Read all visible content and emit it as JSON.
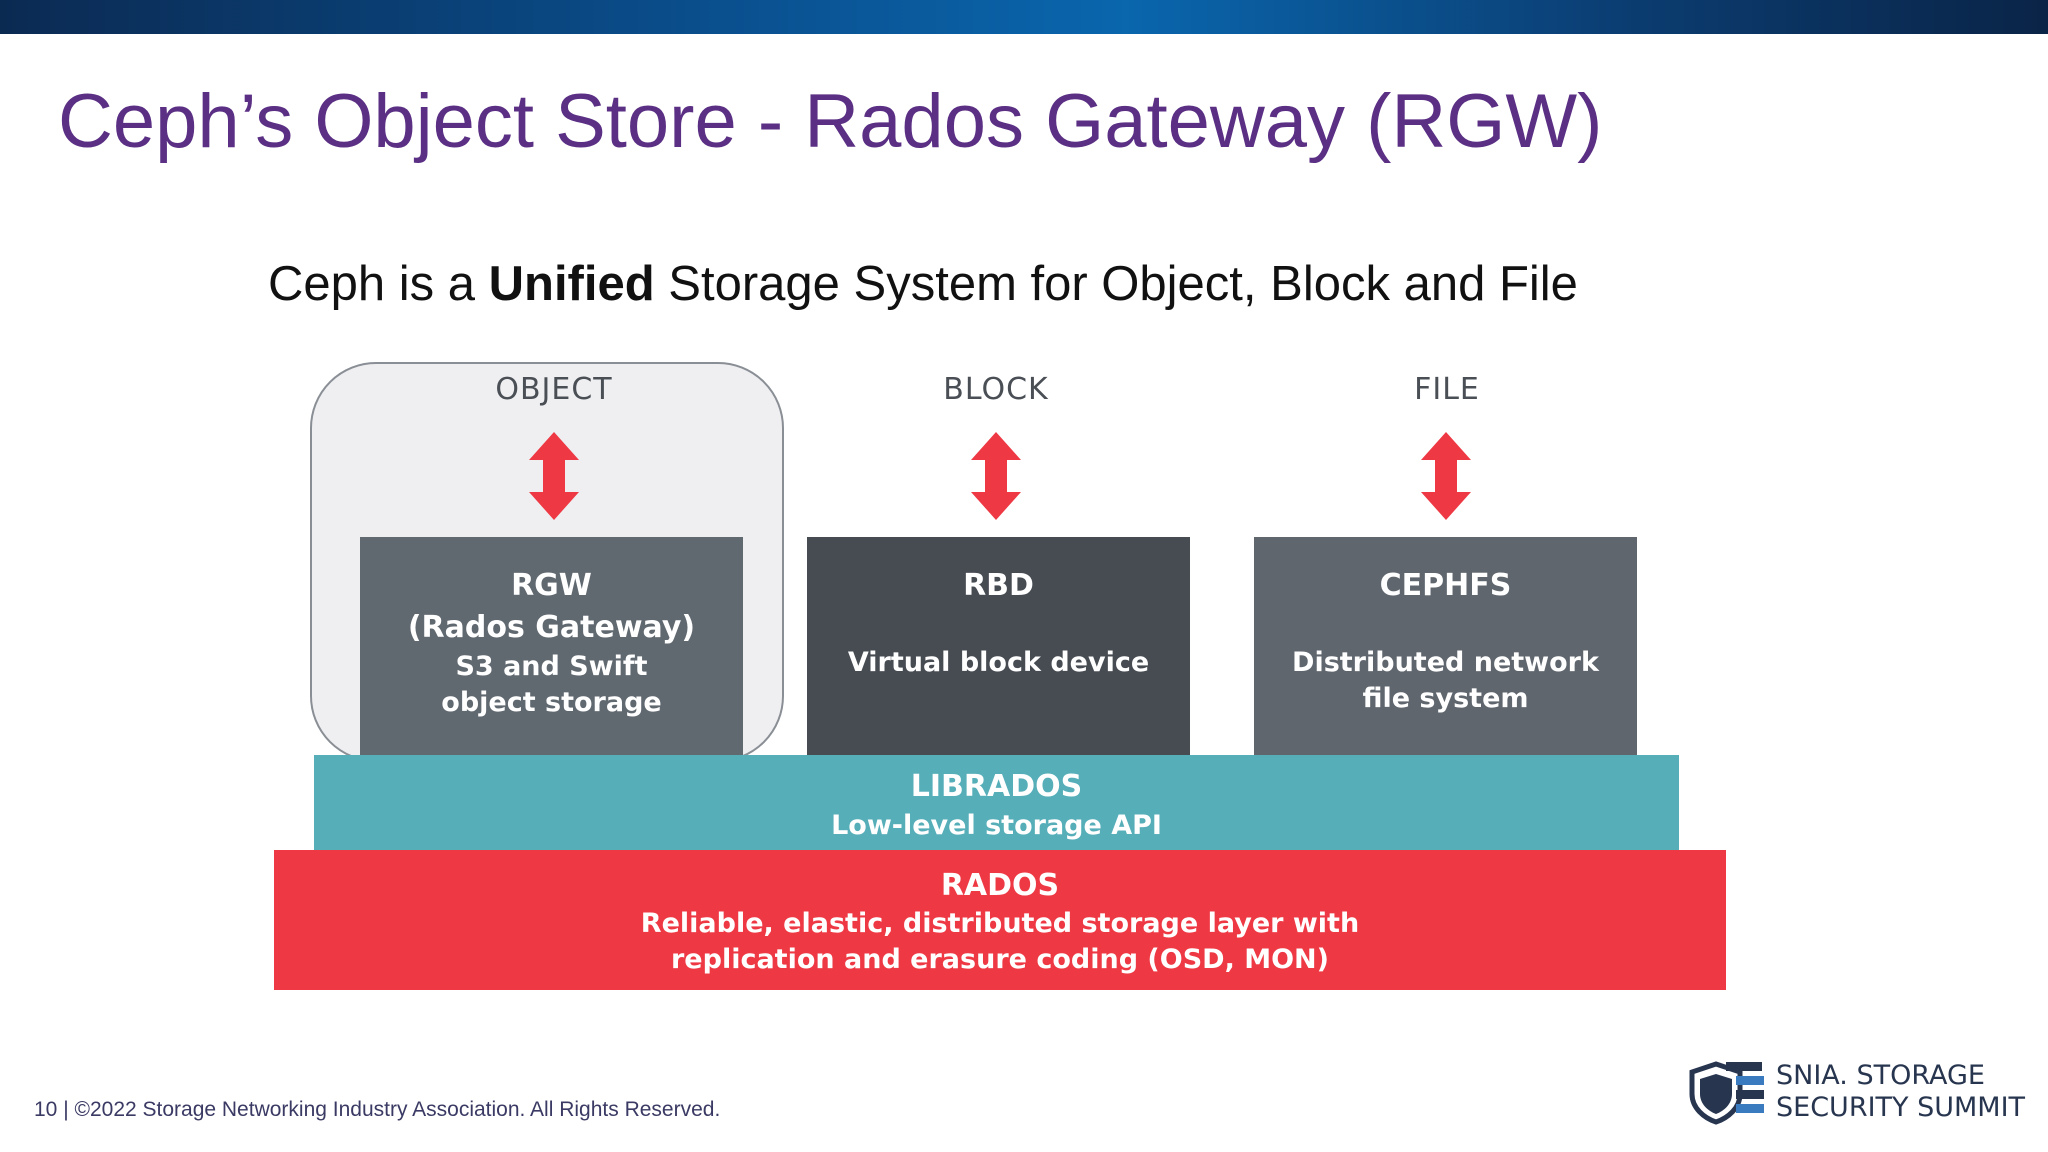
{
  "slide": {
    "title": "Ceph’s Object Store - Rados Gateway (RGW)",
    "subtitle_pre": "Ceph is a ",
    "subtitle_bold": "Unified",
    "subtitle_post": " Storage System for Object, Block and File",
    "footer": "10 | ©2022 Storage Networking Industry Association. All Rights Reserved."
  },
  "diagram": {
    "columns": [
      {
        "label": "OBJECT",
        "title": "RGW",
        "subtitle": "(Rados Gateway)",
        "desc_line1": "S3 and Swift",
        "desc_line2": "object storage"
      },
      {
        "label": "BLOCK",
        "title": "RBD",
        "desc_line1": "Virtual block device"
      },
      {
        "label": "FILE",
        "title": "CEPHFS",
        "desc_line1": "Distributed network",
        "desc_line2": "file system"
      }
    ],
    "librados": {
      "title": "LIBRADOS",
      "desc": "Low-level storage API"
    },
    "rados": {
      "title": "RADOS",
      "desc_line1": "Reliable, elastic, distributed storage layer with",
      "desc_line2": "replication and erasure coding (OSD, MON)"
    },
    "colors": {
      "arrow": "#ee3844",
      "librados": "#56aeb9",
      "rados": "#ee3844",
      "title": "#5a2f84"
    }
  },
  "logo": {
    "line1": "SNIA. STORAGE",
    "line2": "SECURITY SUMMIT"
  }
}
